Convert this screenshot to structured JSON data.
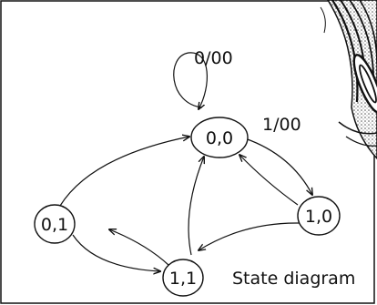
{
  "diagram": {
    "caption": "State diagram",
    "states": [
      {
        "id": "s00",
        "label": "0,0"
      },
      {
        "id": "s10",
        "label": "1,0"
      },
      {
        "id": "s01",
        "label": "0,1"
      },
      {
        "id": "s11",
        "label": "1,1"
      }
    ],
    "transitions": [
      {
        "from": "0,0",
        "to": "0,0",
        "label": "0/00"
      },
      {
        "from": "0,0",
        "to": "1,0",
        "label": "1/00"
      },
      {
        "from": "1,0",
        "to": "0,0",
        "label": ""
      },
      {
        "from": "1,0",
        "to": "1,1",
        "label": ""
      },
      {
        "from": "1,1",
        "to": "0,0",
        "label": ""
      },
      {
        "from": "1,1",
        "to": "0,1",
        "label": ""
      },
      {
        "from": "0,1",
        "to": "0,0",
        "label": ""
      },
      {
        "from": "0,1",
        "to": "1,1",
        "label": ""
      }
    ]
  },
  "colors": {
    "ink": "#111111",
    "paper": "#ffffff",
    "decoration": "#3a3a3a"
  },
  "decoration": {
    "icon": "wave-art-icon"
  }
}
